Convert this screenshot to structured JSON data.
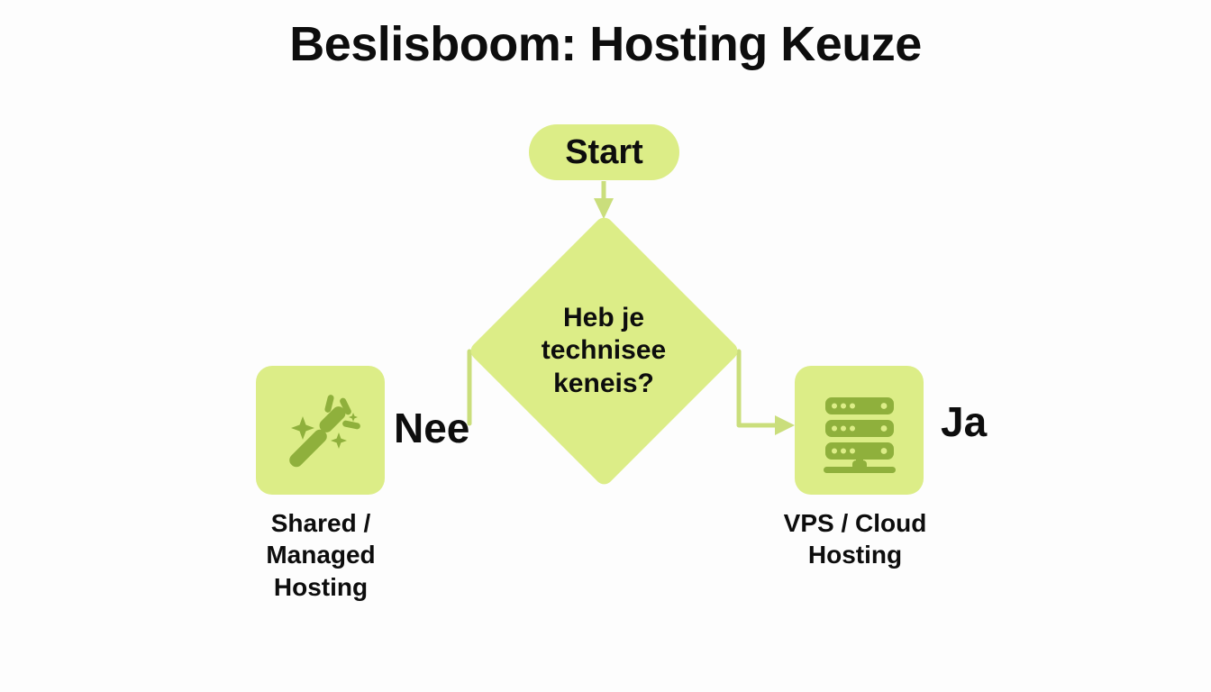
{
  "page": {
    "title": "Beslisboom: Hosting Keuze",
    "background_color": "#fdfdfd",
    "node_fill_color": "#dced87",
    "connector_color": "#cade7c",
    "icon_color": "#8fb03c",
    "text_color": "#0d0d0d"
  },
  "flow": {
    "start": {
      "label": "Start",
      "shape": "rounded-pill"
    },
    "decision": {
      "shape": "diamond",
      "lines": [
        "Heb je",
        "technisee",
        "keneis?"
      ],
      "text": "Heb je technisee keneis?"
    },
    "branches": [
      {
        "id": "no",
        "label": "Nee",
        "direction": "left",
        "icon": "magic-wand-icon",
        "outcome_lines": [
          "Shared /",
          "Managed",
          "Hosting"
        ],
        "outcome": "Shared / Managed Hosting"
      },
      {
        "id": "yes",
        "label": "Ja",
        "direction": "right",
        "icon": "server-rack-icon",
        "outcome_lines": [
          "VPS / Cloud",
          "Hosting"
        ],
        "outcome": "VPS / Cloud Hosting"
      }
    ]
  }
}
